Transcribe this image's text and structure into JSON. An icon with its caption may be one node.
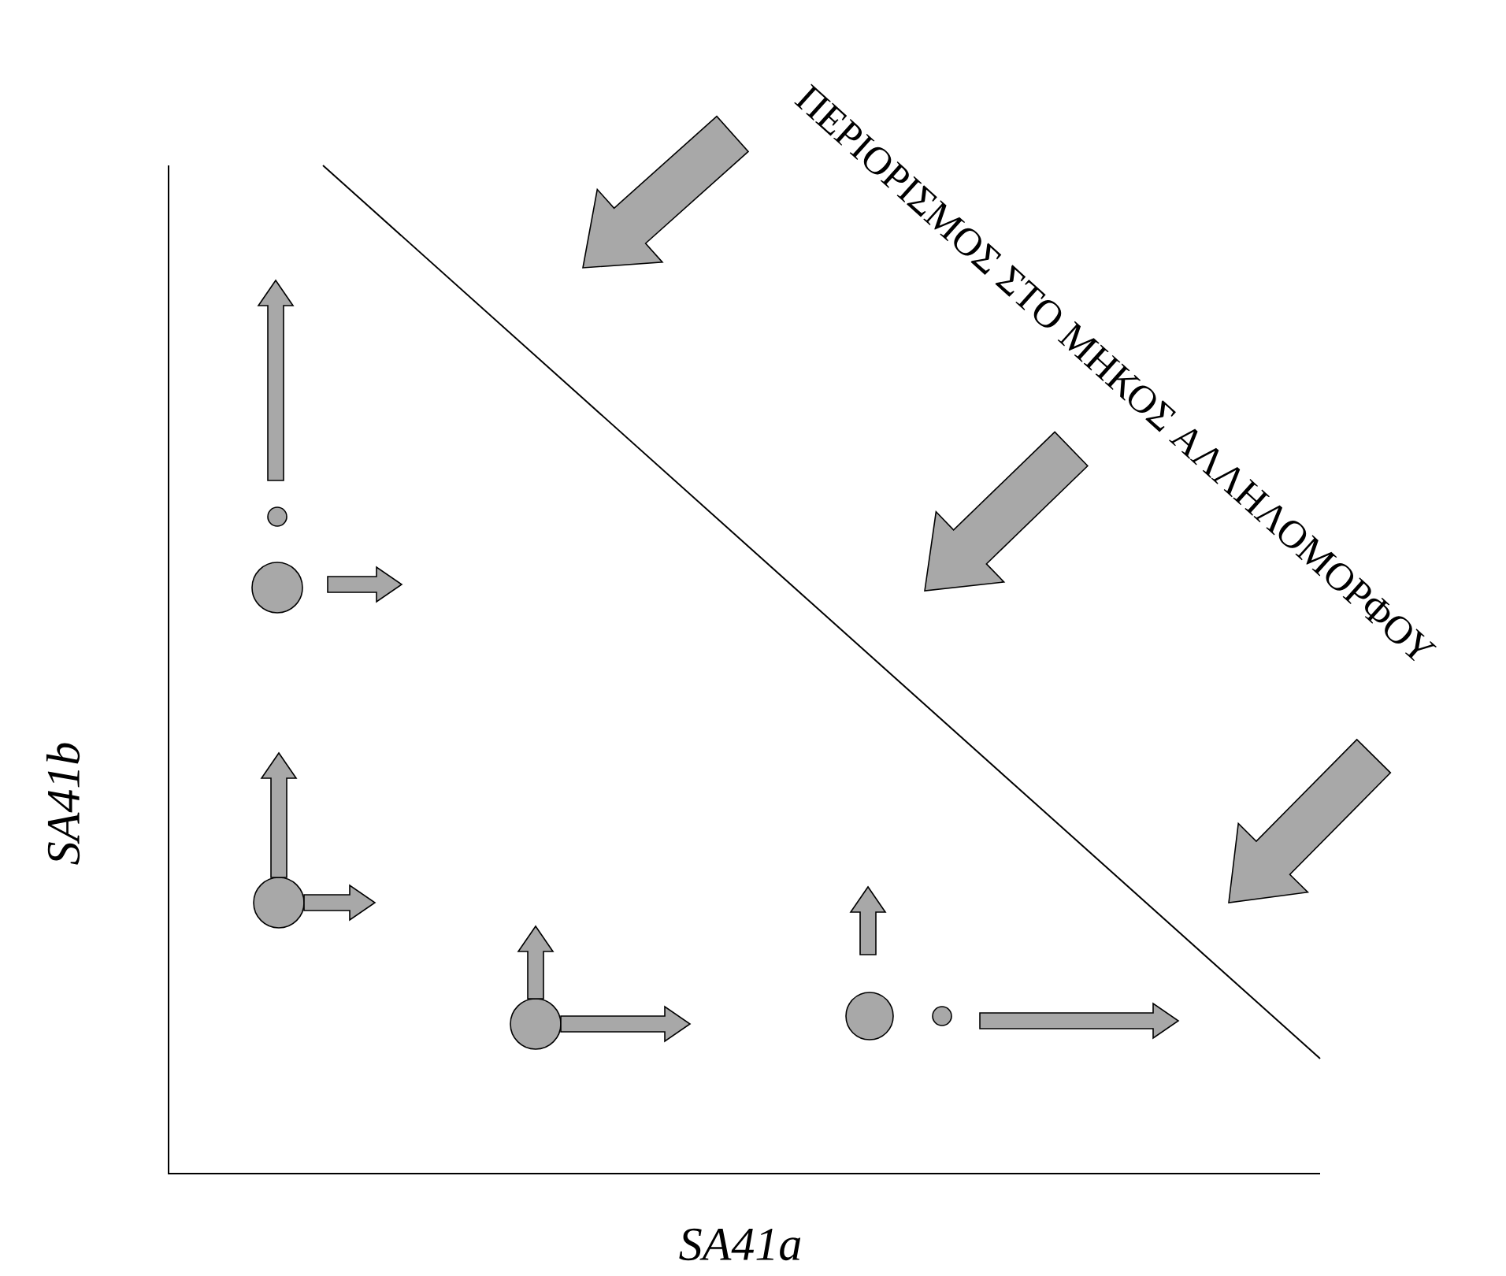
{
  "diagram": {
    "labels": [
      "ΠΕΡΙΟΡΙΣΜΟΣ ΣΤΟ ΜΗΚΟΣ ΑΛΛΗΛΟΜΟΡΦΟΥ",
      "SA41b",
      "SA41a"
    ]
  }
}
